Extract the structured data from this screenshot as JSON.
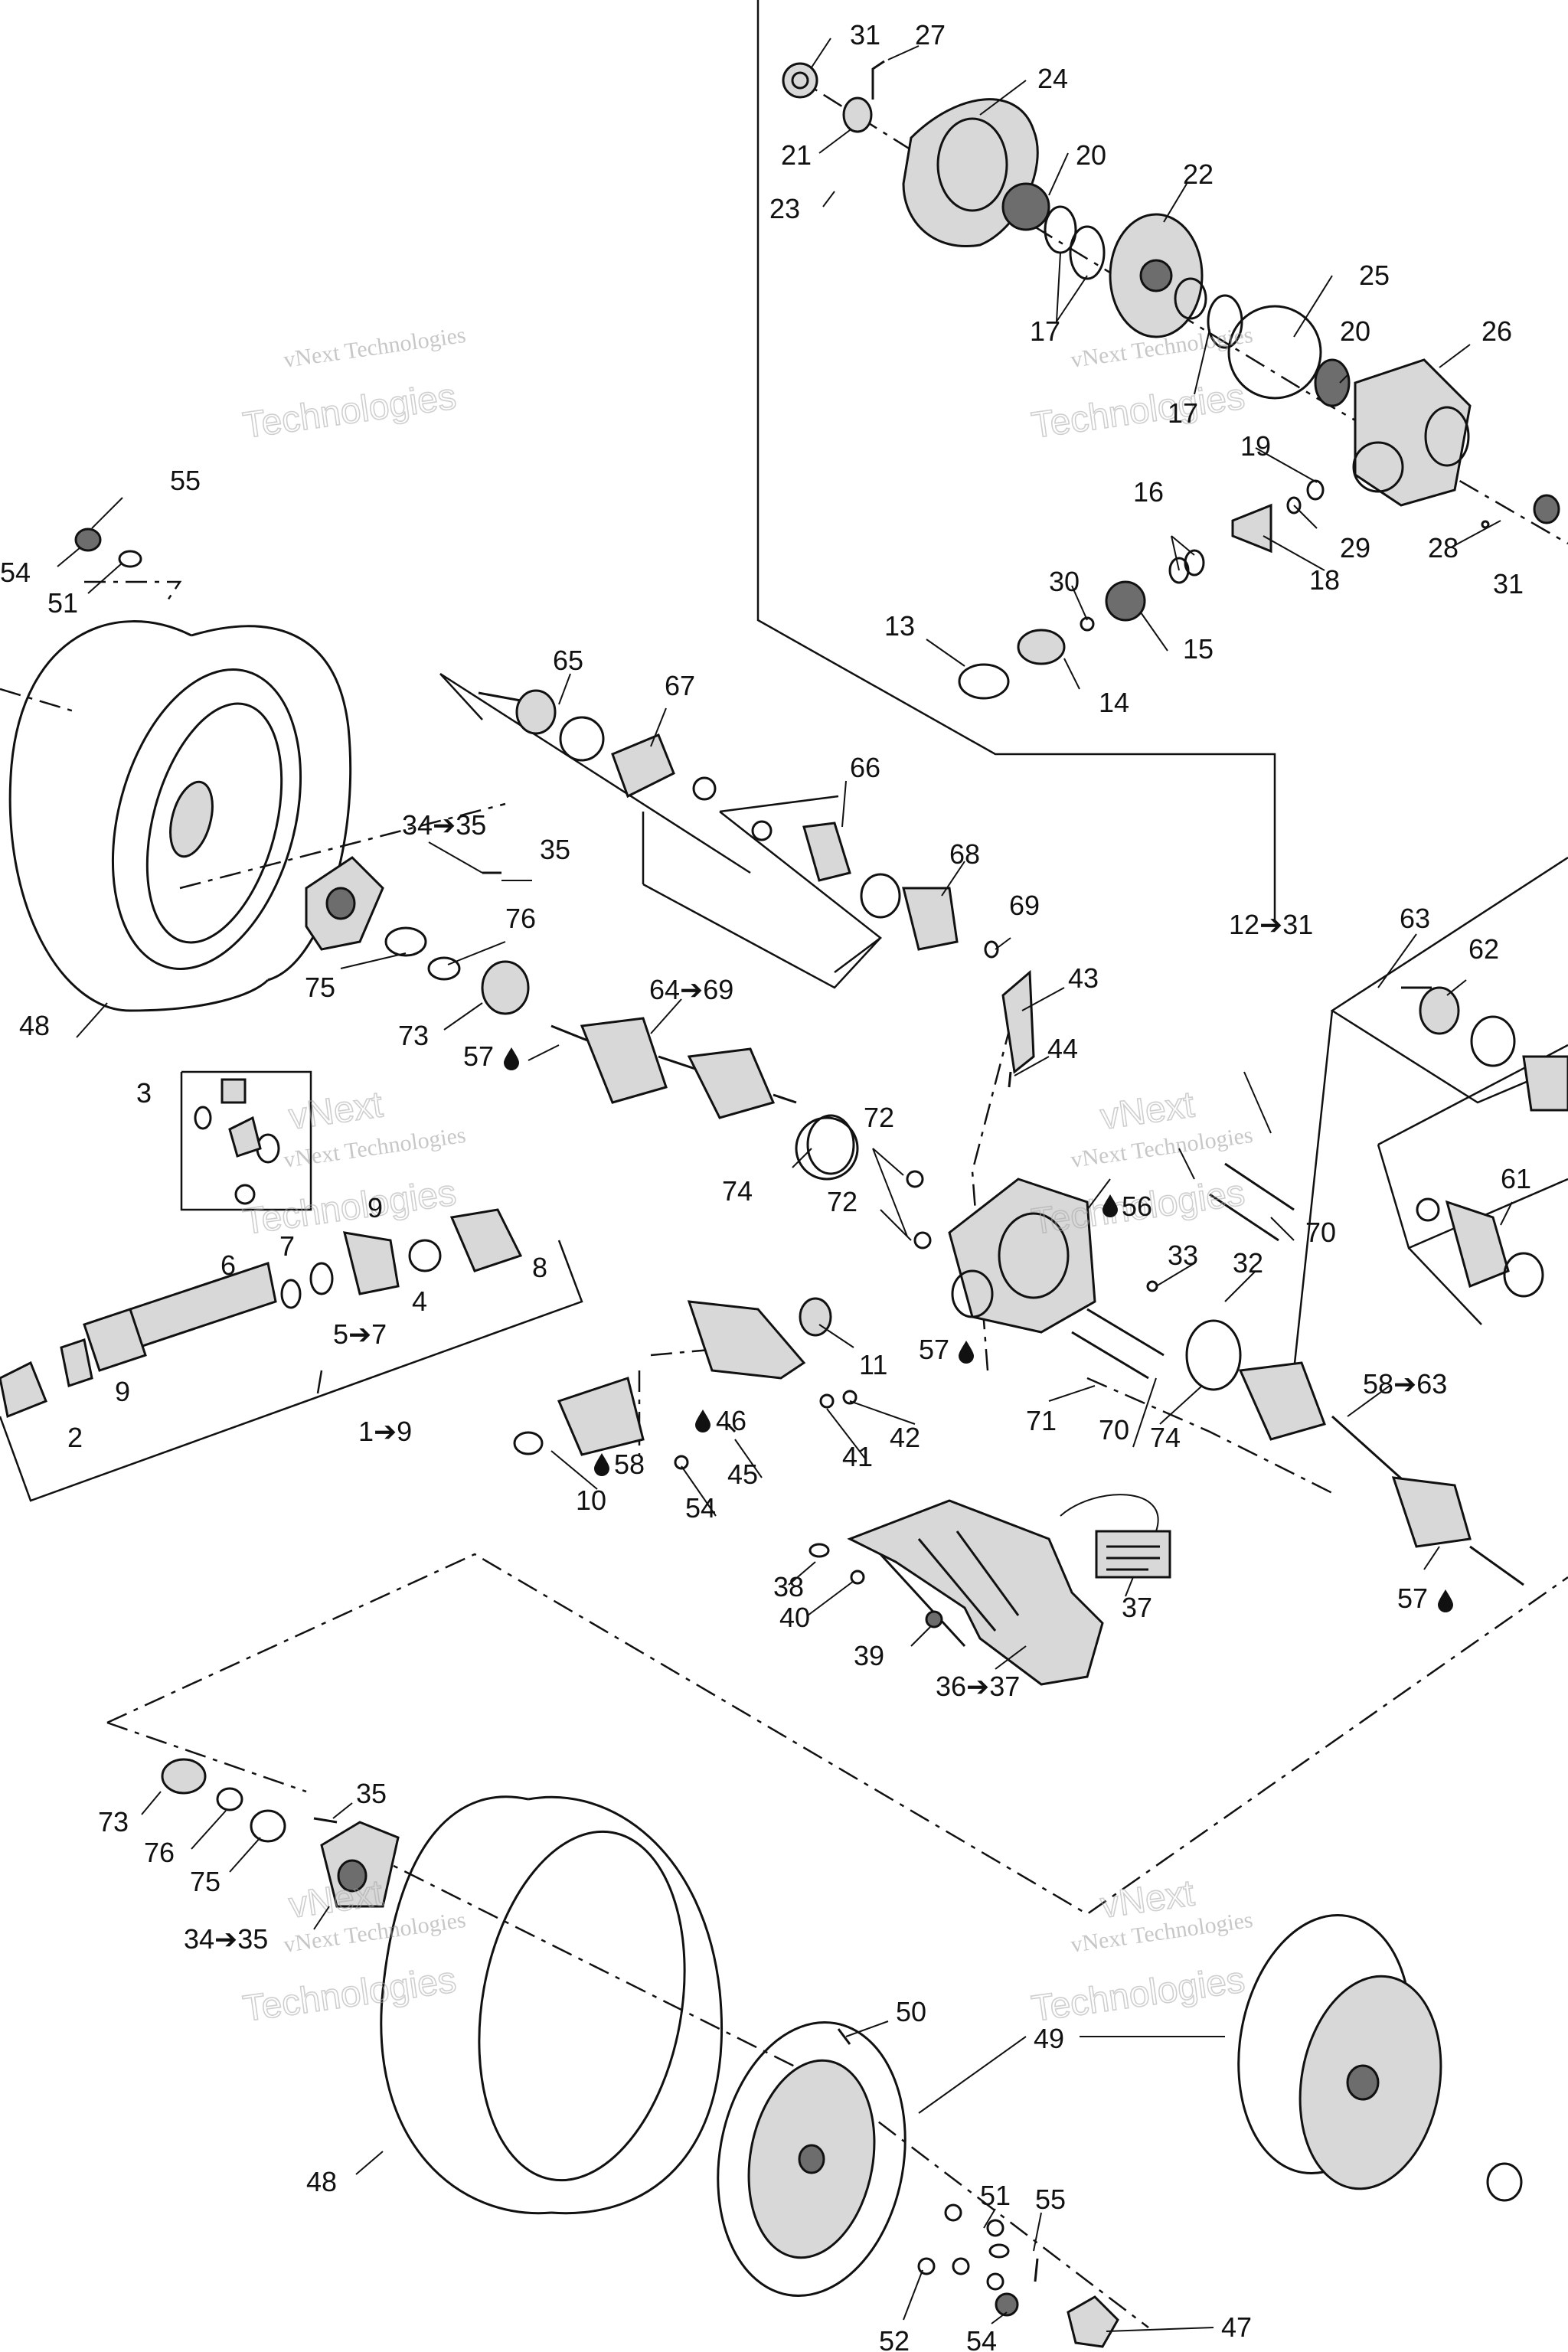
{
  "callouts": {
    "c31a": "31",
    "c27": "27",
    "c24": "24",
    "c21": "21",
    "c20a": "20",
    "c23": "23",
    "c22": "22",
    "c17a": "17",
    "c17b": "17",
    "c25": "25",
    "c20b": "20",
    "c26": "26",
    "c19": "19",
    "c16": "16",
    "c29": "29",
    "c28": "28",
    "c18": "18",
    "c31b": "31",
    "c30": "30",
    "c15": "15",
    "c13": "13",
    "c14": "14",
    "c55a": "55",
    "c54a": "54",
    "c51a": "51",
    "c65": "65",
    "c67": "67",
    "c66": "66",
    "c68": "68",
    "c69": "69",
    "c34a": "34➔35",
    "c35a": "35",
    "c76a": "76",
    "c75a": "75",
    "c73a": "73",
    "c48a": "48",
    "c64": "64➔69",
    "c57a": "57",
    "c43": "43",
    "c44": "44",
    "c12": "12➔31",
    "c63": "63",
    "c62": "62",
    "c61": "61",
    "c3": "3",
    "c9a": "9",
    "c8": "8",
    "c7": "7",
    "c6": "6",
    "c4": "4",
    "c57": "5➔7",
    "c9b": "9",
    "c2": "2",
    "c19s": "1➔9",
    "c72a": "72",
    "c72b": "72",
    "c74a": "74",
    "c56": "56",
    "c70a": "70",
    "c33": "33",
    "c32": "32",
    "c11": "11",
    "c57b": "57",
    "c46": "46",
    "c42": "42",
    "c41": "41",
    "c45": "45",
    "c58": "58",
    "c10": "10",
    "c54b": "54",
    "c71": "71",
    "c70b": "70",
    "c74b": "74",
    "c5863": "58➔63",
    "c57c": "57",
    "c38": "38",
    "c40": "40",
    "c39": "39",
    "c37": "37",
    "c3637": "36➔37",
    "c73b": "73",
    "c76b": "76",
    "c75b": "75",
    "c35b": "35",
    "c34b": "34➔35",
    "c50": "50",
    "c49": "49",
    "c48b": "48",
    "c51b": "51",
    "c55b": "55",
    "c52": "52",
    "c54c": "54",
    "c47": "47"
  },
  "watermark": {
    "line1": "vNext Technologies",
    "line2": "Technologies",
    "line3": "vNext"
  },
  "colors": {
    "ink": "#111111",
    "watermark": "#9a9a9a"
  },
  "icons": {
    "lubricant": "oil-drop-icon"
  }
}
